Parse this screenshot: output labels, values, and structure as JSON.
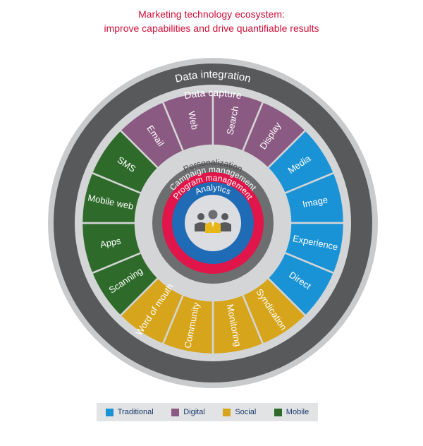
{
  "title": {
    "line1": "Marketing technology ecosystem:",
    "line2": "improve capabilities and drive quantifiable results"
  },
  "rings": {
    "outer": "Data integration",
    "capture": "Data capture",
    "personalization": "Personalization",
    "campaign": "Campaign management",
    "program": "Program management",
    "analytics": "Analytics"
  },
  "center_icon": "people-group-icon",
  "segments": [
    {
      "label": "Email",
      "category": "digital"
    },
    {
      "label": "Web",
      "category": "digital"
    },
    {
      "label": "Search",
      "category": "digital"
    },
    {
      "label": "Display",
      "category": "digital"
    },
    {
      "label": "Media",
      "category": "traditional"
    },
    {
      "label": "Image",
      "category": "traditional"
    },
    {
      "label": "Experience",
      "category": "traditional"
    },
    {
      "label": "Direct",
      "category": "traditional"
    },
    {
      "label": "Syndication",
      "category": "social"
    },
    {
      "label": "Monitoring",
      "category": "social"
    },
    {
      "label": "Community",
      "category": "social"
    },
    {
      "label": "Word of mouth",
      "category": "social"
    },
    {
      "label": "Scanning",
      "category": "mobile"
    },
    {
      "label": "Apps",
      "category": "mobile"
    },
    {
      "label": "Mobile web",
      "category": "mobile"
    },
    {
      "label": "SMS",
      "category": "mobile"
    }
  ],
  "legend": [
    {
      "key": "traditional",
      "label": "Traditional"
    },
    {
      "key": "digital",
      "label": "Digital"
    },
    {
      "key": "social",
      "label": "Social"
    },
    {
      "key": "mobile",
      "label": "Mobile"
    }
  ],
  "colors": {
    "traditional": "#1a93d6",
    "digital": "#8a5a82",
    "social": "#d6a51c",
    "mobile": "#2e6b2a",
    "title": "#d0103a",
    "outer_ring": "#58595b",
    "capture_ring": "#d4d5d6",
    "inner_gray": "#6d6e70",
    "program_ring": "#e0154a",
    "analytics_ring": "#1f6bb5"
  }
}
